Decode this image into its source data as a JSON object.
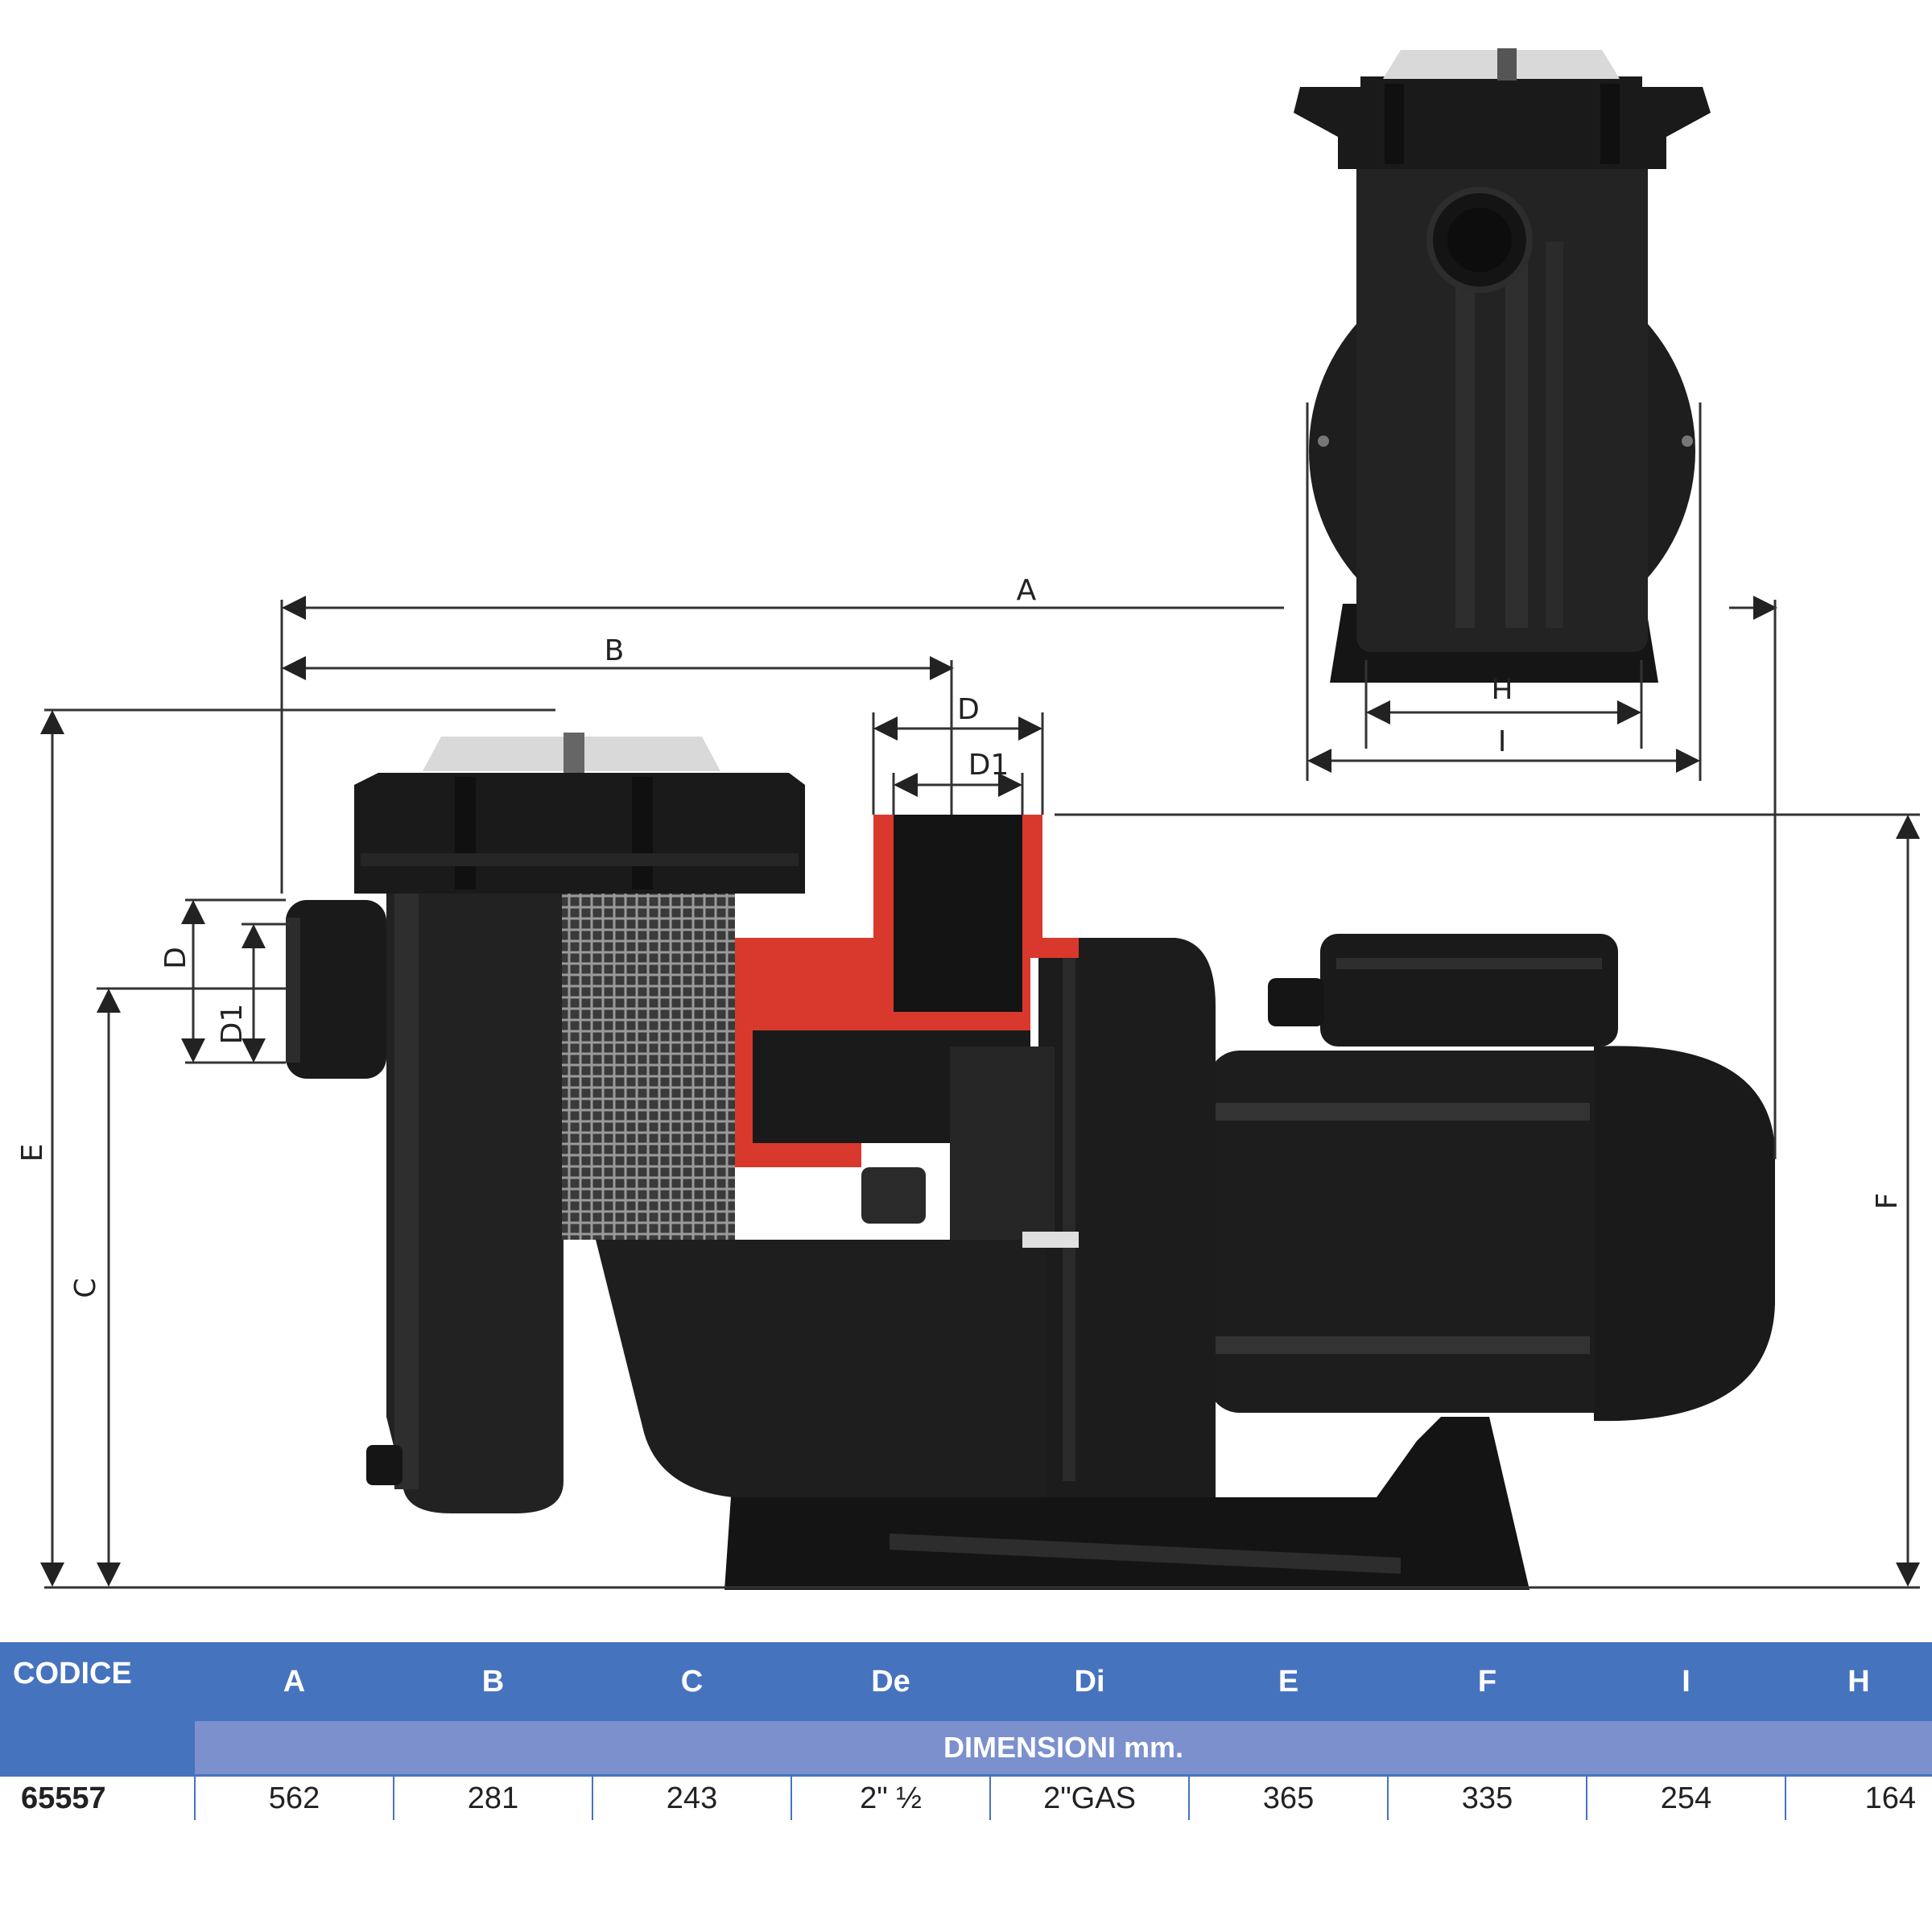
{
  "drawing": {
    "side_labels": {
      "A": "A",
      "B": "B",
      "D": "D",
      "D1": "D1",
      "D_left": "D",
      "D1_left": "D1",
      "E": "E",
      "C": "C",
      "F": "F"
    },
    "front_labels": {
      "H": "H",
      "I": "I"
    },
    "colors": {
      "body": "#1c1c1c",
      "body_light": "#2a2a2a",
      "cutaway": "#d8392c",
      "lid": "#d9d9d9",
      "line": "#333333"
    }
  },
  "table": {
    "code_header": "CODICE",
    "columns": [
      "A",
      "B",
      "C",
      "De",
      "Di",
      "E",
      "F",
      "I",
      "H"
    ],
    "subheader": "DIMENSIONI mm.",
    "rows": [
      {
        "code": "65557",
        "values": [
          "562",
          "281",
          "243",
          "2\" ½",
          "2\"GAS",
          "365",
          "335",
          "254",
          "164"
        ]
      }
    ]
  }
}
